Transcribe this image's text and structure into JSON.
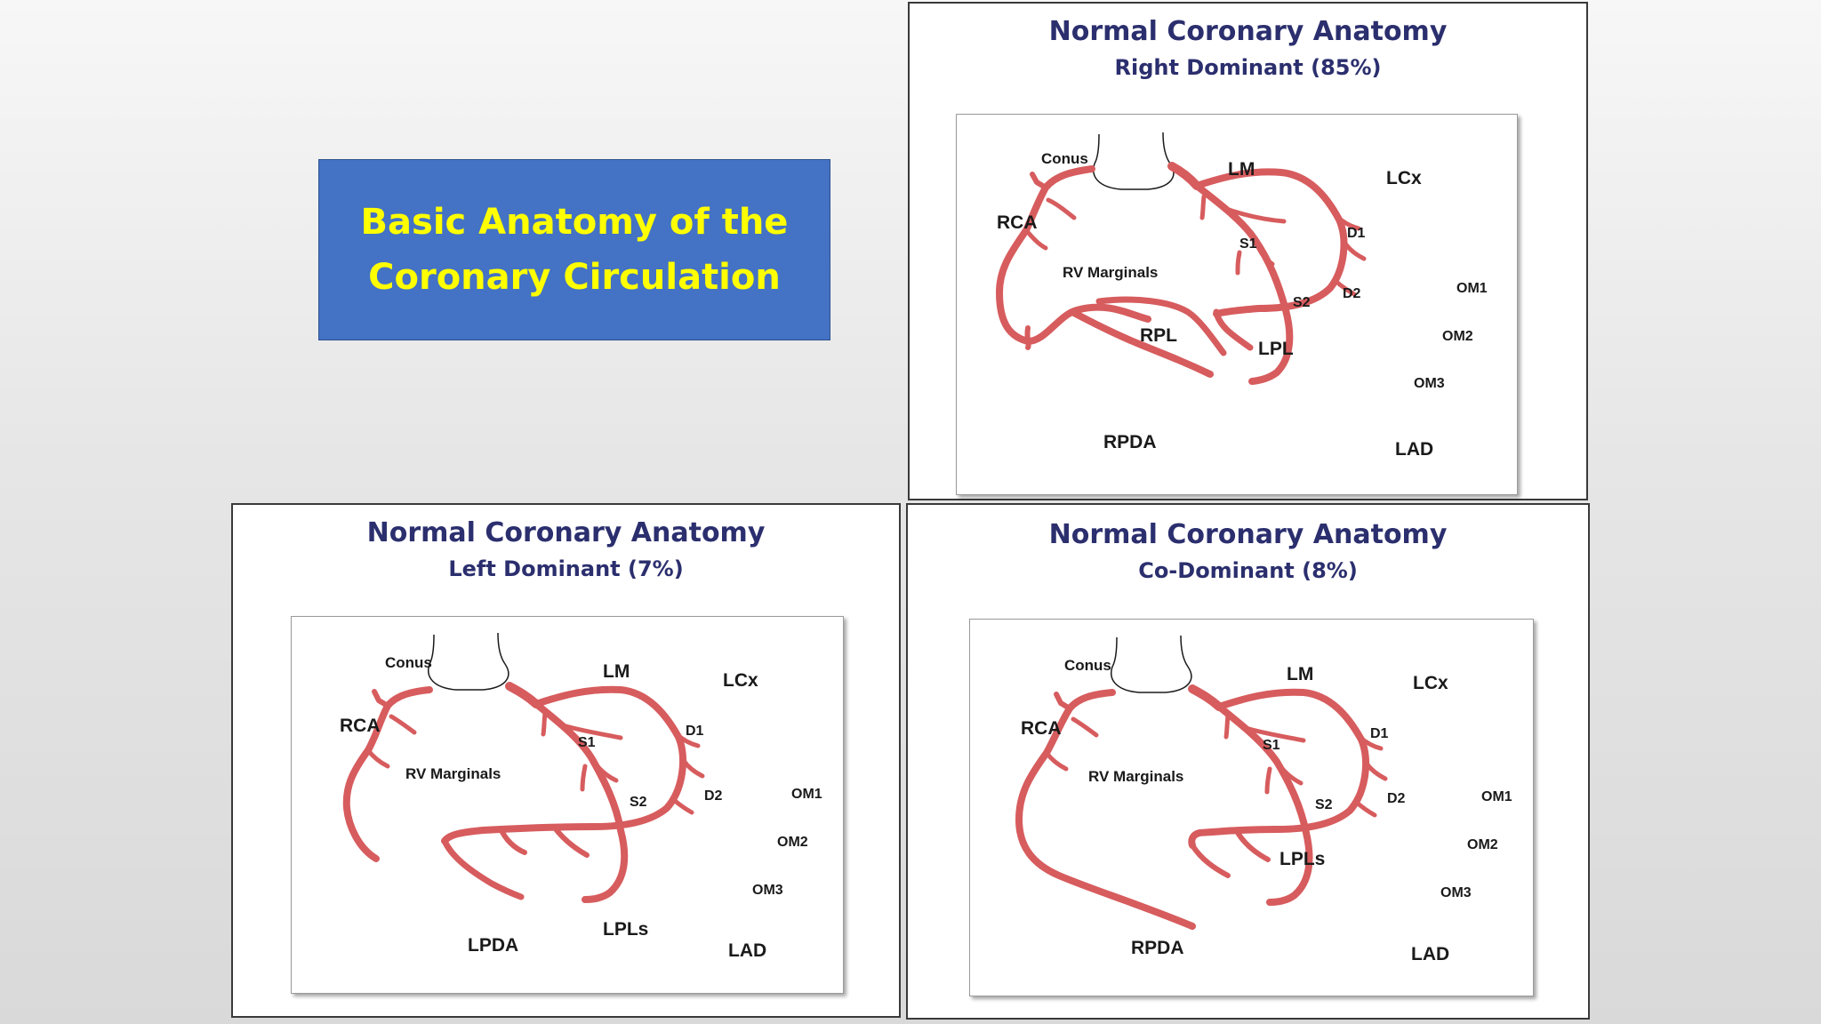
{
  "slide": {
    "title_line1": "Basic Anatomy of the",
    "title_line2": "Coronary Circulation"
  },
  "panels": {
    "right": {
      "title": "Normal Coronary Anatomy",
      "subtitle": "Right Dominant (85%)",
      "labels": {
        "conus": "Conus",
        "lm": "LM",
        "lcx": "LCx",
        "rca": "RCA",
        "s1": "S1",
        "d1": "D1",
        "rv_marginals": "RV Marginals",
        "s2": "S2",
        "d2": "D2",
        "om1": "OM1",
        "om2": "OM2",
        "rpl": "RPL",
        "lpl": "LPL",
        "om3": "OM3",
        "rpda": "RPDA",
        "lad": "LAD"
      }
    },
    "left": {
      "title": "Normal Coronary Anatomy",
      "subtitle": "Left Dominant (7%)",
      "labels": {
        "conus": "Conus",
        "lm": "LM",
        "lcx": "LCx",
        "rca": "RCA",
        "s1": "S1",
        "d1": "D1",
        "rv_marginals": "RV Marginals",
        "s2": "S2",
        "d2": "D2",
        "om1": "OM1",
        "om2": "OM2",
        "om3": "OM3",
        "lpls": "LPLs",
        "lpda": "LPDA",
        "lad": "LAD"
      }
    },
    "co": {
      "title": "Normal Coronary Anatomy",
      "subtitle": "Co-Dominant (8%)",
      "labels": {
        "conus": "Conus",
        "lm": "LM",
        "lcx": "LCx",
        "rca": "RCA",
        "s1": "S1",
        "d1": "D1",
        "rv_marginals": "RV Marginals",
        "s2": "S2",
        "d2": "D2",
        "om1": "OM1",
        "om2": "OM2",
        "lpls": "LPLs",
        "om3": "OM3",
        "rpda": "RPDA",
        "lad": "LAD"
      }
    }
  },
  "colors": {
    "vessel": "#d75c5e",
    "title_box": "#4472c4",
    "title_text": "#ffff00",
    "panel_title": "#2b2f6e"
  }
}
